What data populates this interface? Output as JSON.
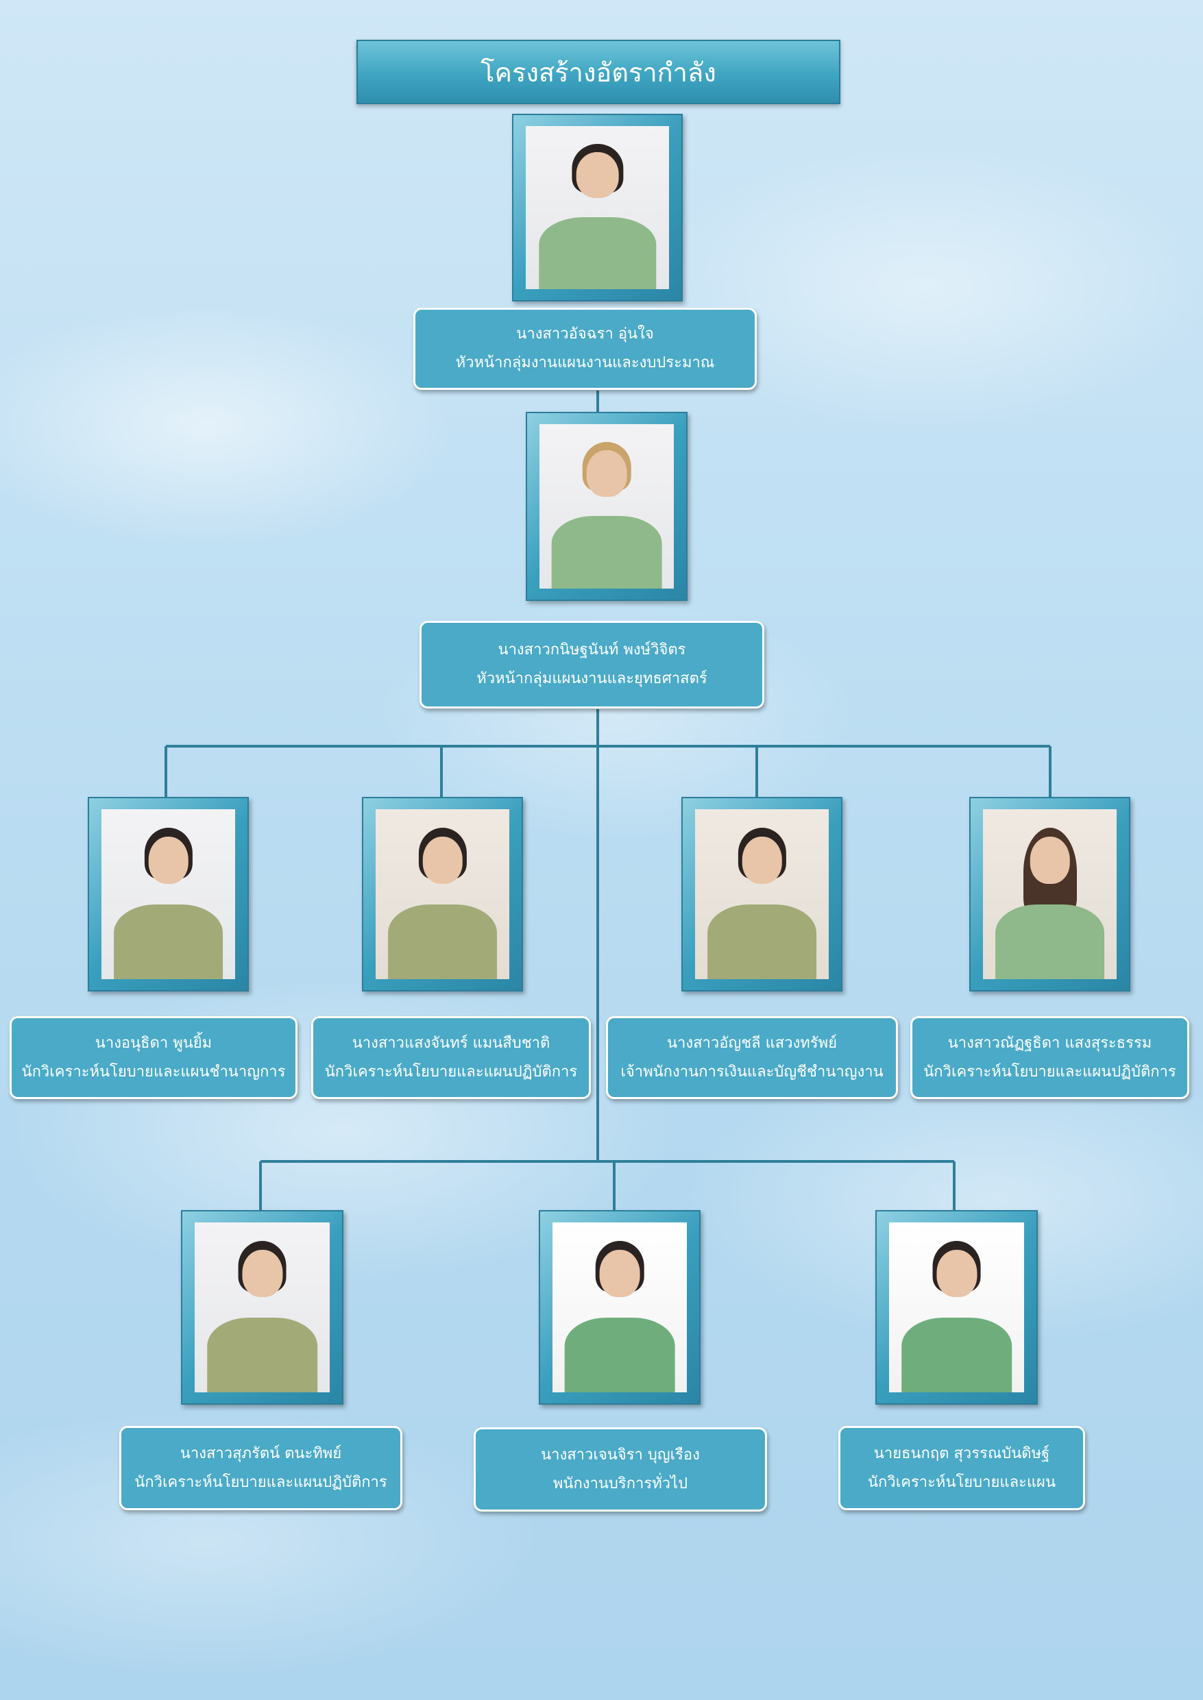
{
  "title": "โครงสร้างอัตรากำลัง",
  "colors": {
    "frame": "#3a9fbe",
    "box": "#4aaac7",
    "connector": "#2f7f99",
    "text": "#ffffff"
  },
  "leader": {
    "name": "นางสาวอัจฉรา  อุ่นใจ",
    "position": "หัวหน้ากลุ่มงานแผนงานและงบประมาณ"
  },
  "deputy": {
    "name": "นางสาวกนิษฐนันท์ พงษ์วิจิตร",
    "position": "หัวหน้ากลุ่มแผนงานและยุทธศาสตร์"
  },
  "staff_row1": [
    {
      "name": "นางอนุธิดา  พูนยิ้ม",
      "position": "นักวิเคราะห์นโยบายและแผนชำนาญการ"
    },
    {
      "name": "นางสาวแสงจันทร์ แมนสืบชาติ",
      "position": "นักวิเคราะห์นโยบายและแผนปฏิบัติการ"
    },
    {
      "name": "นางสาวอัญชลี แสวงทรัพย์",
      "position": "เจ้าพนักงานการเงินและบัญชีชำนาญงาน"
    },
    {
      "name": "นางสาวณัฏฐธิดา แสงสุระธรรม",
      "position": "นักวิเคราะห์นโยบายและแผนปฏิบัติการ"
    }
  ],
  "staff_row2": [
    {
      "name": "นางสาวสุภรัตน์ ตนะทิพย์",
      "position": "นักวิเคราะห์นโยบายและแผนปฏิบัติการ"
    },
    {
      "name": "นางสาวเจนจิรา  บุญเรือง",
      "position": "พนักงานบริการทั่วไป"
    },
    {
      "name": "นายธนกฤต  สุวรรณบันดิษฐ์",
      "position": "นักวิเคราะห์นโยบายและแผน"
    }
  ]
}
